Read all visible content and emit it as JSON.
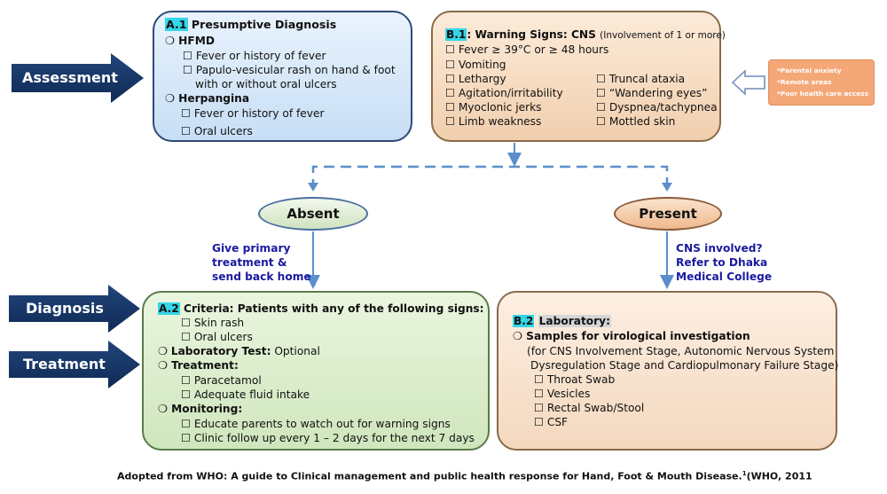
{
  "side_arrows": {
    "assessment": "Assessment",
    "diagnosis": "Diagnosis",
    "treatment": "Treatment"
  },
  "a1": {
    "tag": "A.1",
    "title": "Presumptive Diagnosis",
    "hfmd_heading": "HFMD",
    "hfmd_items": [
      "Fever or history of fever",
      "Papulo-vesicular rash on hand & foot",
      "with or without oral ulcers"
    ],
    "herpangina_heading": "Herpangina",
    "herpangina_items": [
      "Fever or history of fever",
      "Oral ulcers"
    ]
  },
  "b1": {
    "tag": "B.1",
    "title": ": Warning Signs: CNS",
    "subtitle": "(Involvement of 1 or more)",
    "left_items": [
      "Fever ≥ 39°C or ≥ 48 hours",
      "Vomiting",
      "Lethargy",
      "Agitation/irritability",
      "Myoclonic jerks",
      "Limb  weakness"
    ],
    "right_items": [
      "Truncal ataxia",
      "“Wandering eyes”",
      "Dyspnea/tachypnea",
      "Mottled skin"
    ]
  },
  "risk_box": {
    "items": [
      "*Parental anxiety",
      "*Remote areas",
      "*Poor health care access"
    ]
  },
  "decisions": {
    "absent": "Absent",
    "present": "Present"
  },
  "notes": {
    "absent_lines": [
      "Give primary",
      "treatment &",
      "send back home"
    ],
    "present_lines": [
      "CNS involved?",
      "Refer to Dhaka",
      "Medical College"
    ]
  },
  "a2": {
    "tag": "A.2",
    "criteria_title": "Criteria: Patients with any of the following  signs:",
    "criteria_items": [
      "Skin rash",
      "Oral ulcers"
    ],
    "lab_label": "Laboratory Test:",
    "lab_value": "Optional",
    "treatment_heading": "Treatment:",
    "treatment_items": [
      "Paracetamol",
      "Adequate fluid intake"
    ],
    "monitoring_heading": "Monitoring:",
    "monitoring_items": [
      "Educate parents to watch out for warning signs",
      "Clinic follow up every 1 – 2 days for the next 7 days"
    ]
  },
  "b2": {
    "tag": "B.2",
    "title": "Laboratory:",
    "samples_heading": "Samples for virological investigation",
    "stages_lines": [
      "(for CNS Involvement Stage, Autonomic Nervous System",
      "Dysregulation  Stage and Cardiopulmonary  Failure Stage)"
    ],
    "sample_items": [
      "Throat Swab",
      "Vesicles",
      "Rectal Swab/Stool",
      "CSF"
    ]
  },
  "footer": {
    "text": "Adopted from WHO: A guide to Clinical management and public health response for Hand, Foot & Mouth Disease.",
    "sup": "1",
    "tail": "(WHO,  2011"
  }
}
